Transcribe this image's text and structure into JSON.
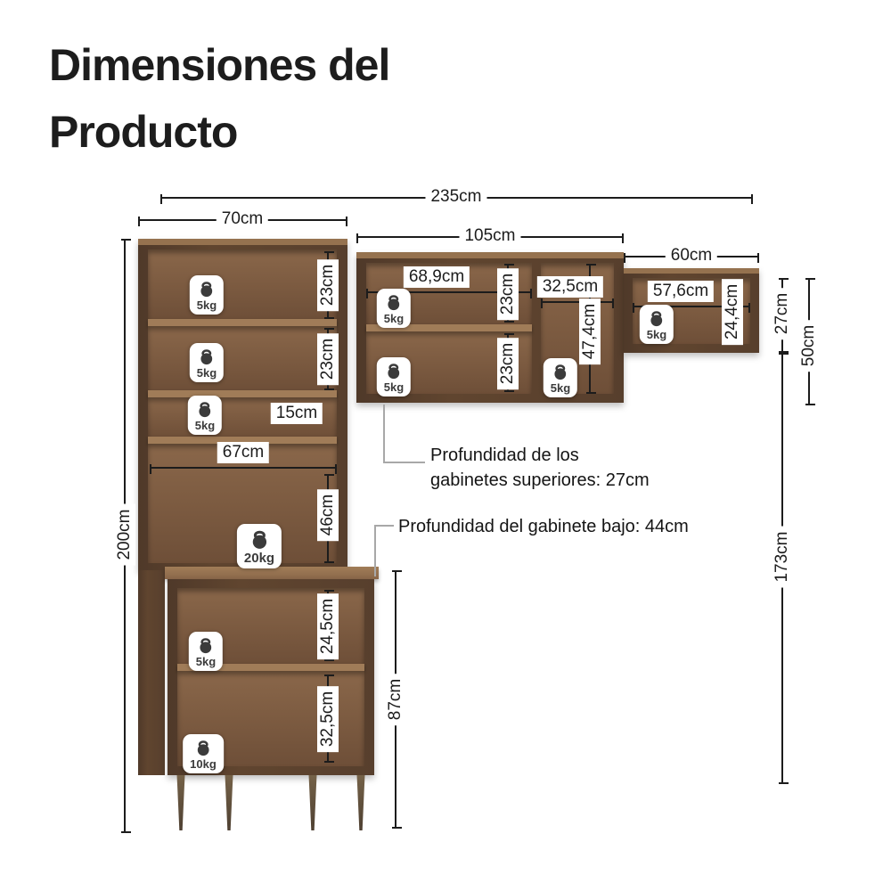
{
  "title": {
    "line1": "Dimensiones del",
    "line2": "Producto"
  },
  "dims": {
    "total_width": "235cm",
    "left_cabinet_width": "70cm",
    "mid_cabinet_width": "105cm",
    "right_cabinet_width": "60cm",
    "left_cabinet_height": "200cm",
    "left_shelf_1": "23cm",
    "left_shelf_2": "23cm",
    "left_shelf_3": "15cm",
    "left_inner_width": "67cm",
    "left_open_height": "46cm",
    "base_shelf_1": "24,5cm",
    "base_shelf_2": "32,5cm",
    "base_height": "87cm",
    "mid_inner_width": "68,9cm",
    "mid_shelf_1": "23cm",
    "mid_shelf_2": "23cm",
    "mid_right_width": "32,5cm",
    "mid_right_height": "47,4cm",
    "right_inner_width": "57,6cm",
    "right_inner_height": "24,4cm",
    "right_cabinet_height": "27cm",
    "upper_right_gap": "50cm",
    "right_to_floor": "173cm"
  },
  "weights": [
    "5kg",
    "5kg",
    "5kg",
    "20kg",
    "5kg",
    "10kg",
    "5kg",
    "5kg",
    "5kg",
    "5kg"
  ],
  "annotations": {
    "upper_depth_line1": "Profundidad de los",
    "upper_depth_line2": "gabinetes superiores: 27cm",
    "base_depth": "Profundidad del gabinete bajo: 44cm"
  },
  "colors": {
    "wood_frame": "#5a4130",
    "wood_interior": "#7b5a40",
    "wood_shelf": "#a07c58",
    "dimension_line": "#1c1c1c",
    "badge_icon": "#3b3b3b",
    "connector": "#a8a8a8"
  }
}
